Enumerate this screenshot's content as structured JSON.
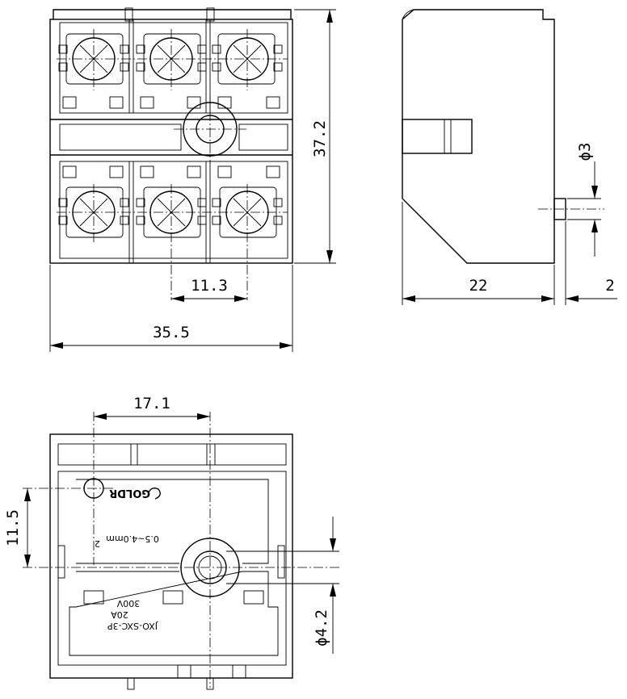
{
  "front_view": {
    "dim_width": "35.5",
    "dim_height": "37.2",
    "dim_pitch": "11.3"
  },
  "side_view": {
    "dim_depth": "22",
    "dim_pin_length": "2",
    "dim_pin_diameter": "ϕ3"
  },
  "bottom_view": {
    "dim_hole_spacing": "17.1",
    "dim_hole_offset": "11.5",
    "dim_hole_diameter": "ϕ4.2",
    "brand": "GOLDR",
    "wire_range": "0.5~4.0mm",
    "wire_range_unit_sup": "2",
    "voltage": "300V",
    "current": "20A",
    "model": "JXO-SXC-3P"
  }
}
